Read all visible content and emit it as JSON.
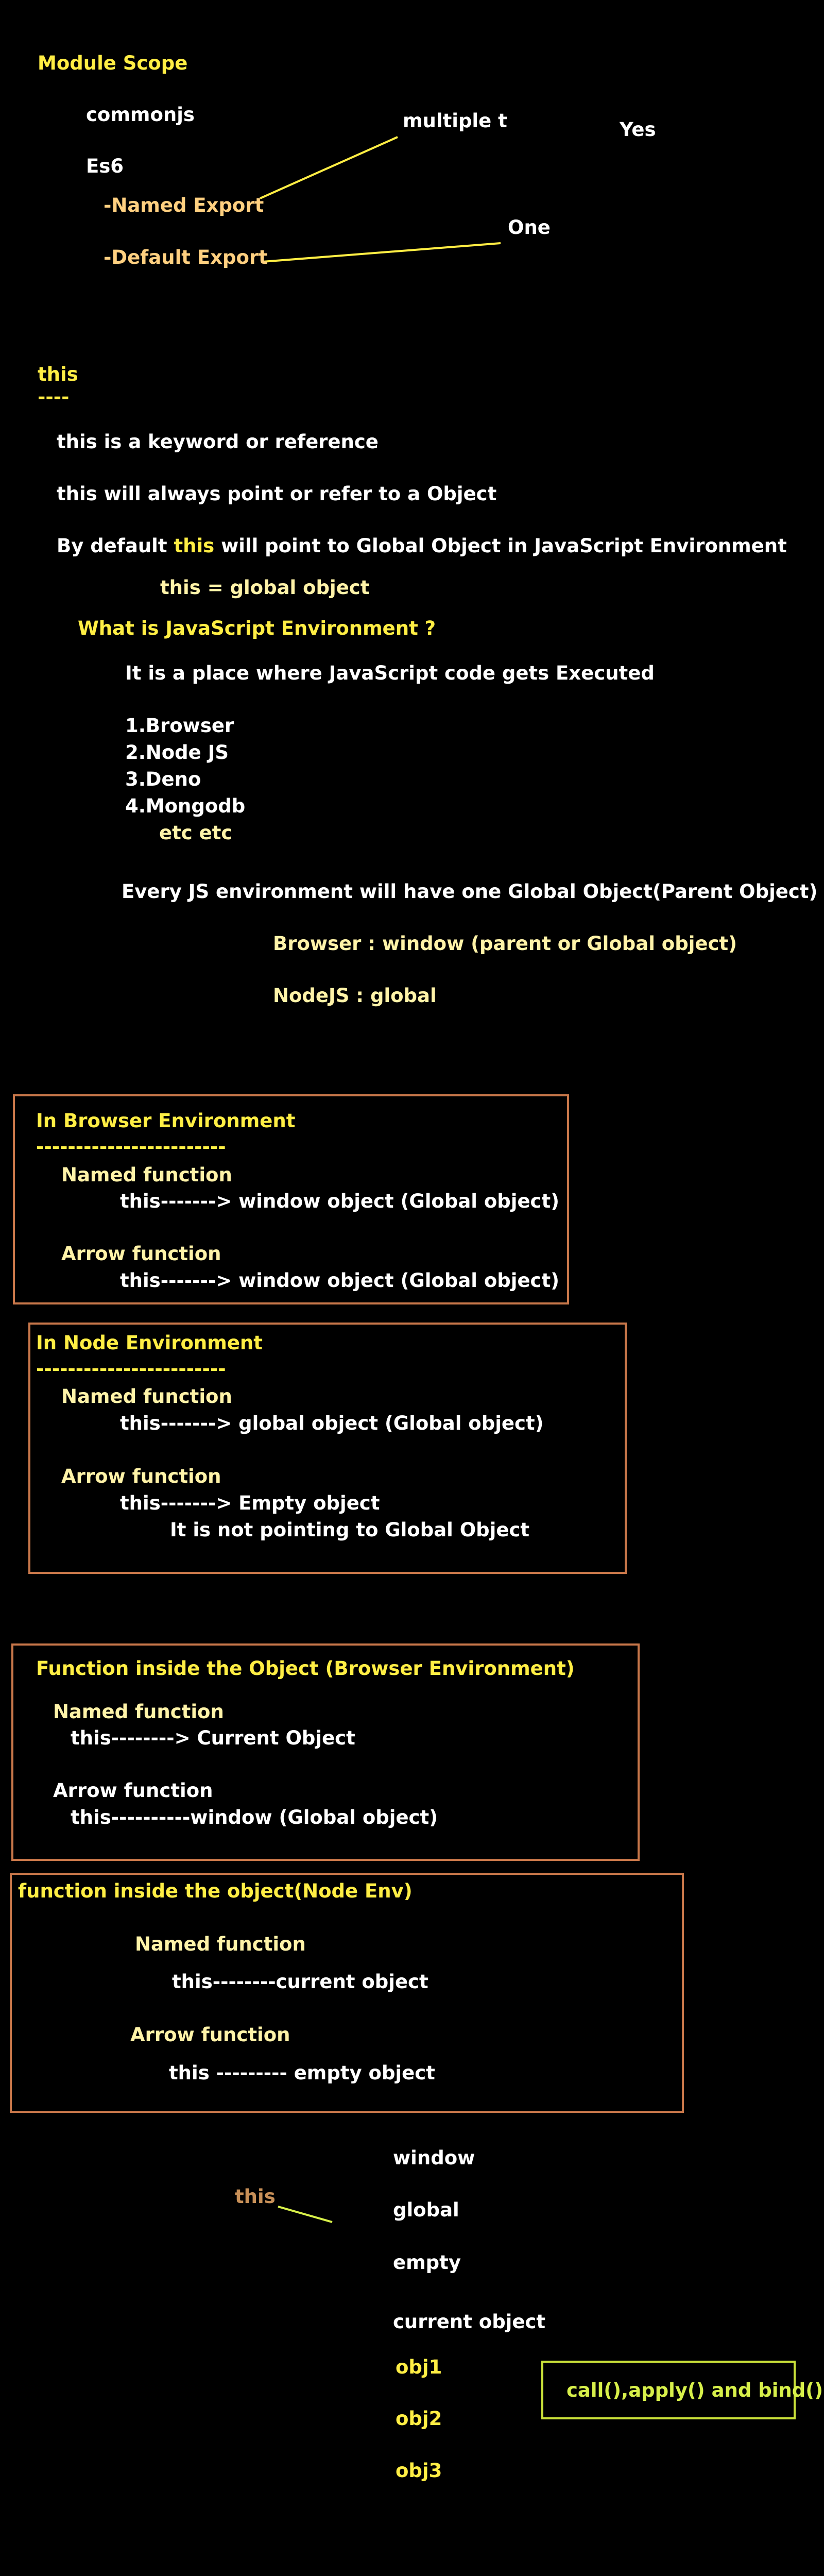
{
  "module_scope": {
    "title": "Module Scope",
    "commonjs": "commonjs",
    "multiple": "multiple t",
    "yes": "Yes",
    "es6": "Es6",
    "named_export": "-Named Export",
    "one": "One",
    "default_export": "-Default Export"
  },
  "this_section": {
    "title": "this",
    "underline": "----",
    "line1": "this is a keyword or reference",
    "line2": "this will always point or refer to a Object",
    "line3_pre": "By default ",
    "line3_this": "this",
    "line3_post": " will point to Global Object in JavaScript Environment",
    "equation": "this = global object",
    "question": "What is JavaScript Environment ?",
    "answer": "It is a place where JavaScript code gets Executed",
    "environments": [
      "1.Browser",
      "2.Node JS",
      "3.Deno",
      "4.Mongodb"
    ],
    "etc": "etc etc",
    "every": "Every JS environment will have one Global Object(Parent Object)",
    "browser_global": "Browser : window (parent or Global object)",
    "node_global": "NodeJS : global"
  },
  "browser_env": {
    "title": "In Browser Environment",
    "dashes": "------------------------",
    "named": "Named function",
    "named_this": "this-------> window object (Global object)",
    "arrow": "Arrow function",
    "arrow_this": "this-------> window object (Global object)"
  },
  "node_env": {
    "title": "In Node Environment",
    "dashes": "------------------------",
    "named": "Named function",
    "named_this": "this-------> global object (Global object)",
    "arrow": "Arrow function",
    "arrow_this": "this-------> Empty object",
    "note": "It is not pointing to Global Object"
  },
  "object_browser": {
    "title": "Function inside the Object (Browser Environment)",
    "named": "Named function",
    "named_this": "this--------> Current Object",
    "arrow": "Arrow function",
    "arrow_this": "this----------window (Global object)"
  },
  "object_node": {
    "title": "function inside the object(Node Env)",
    "named": "Named function",
    "named_this": "this--------current object",
    "arrow": "Arrow function",
    "arrow_this": "this --------- empty object"
  },
  "summary": {
    "this_label": "this",
    "items": [
      "window",
      "global",
      "empty",
      "current object"
    ],
    "objs": [
      "obj1",
      "obj2",
      "obj3"
    ],
    "call_apply_bind": "call(),apply() and bind()"
  },
  "colors": {
    "background": "#000000",
    "text": "#ffffff",
    "heading": "#ffee44",
    "box_border": "#c8774a",
    "connector": "#ffee44",
    "call_box": "#cbe23a"
  }
}
